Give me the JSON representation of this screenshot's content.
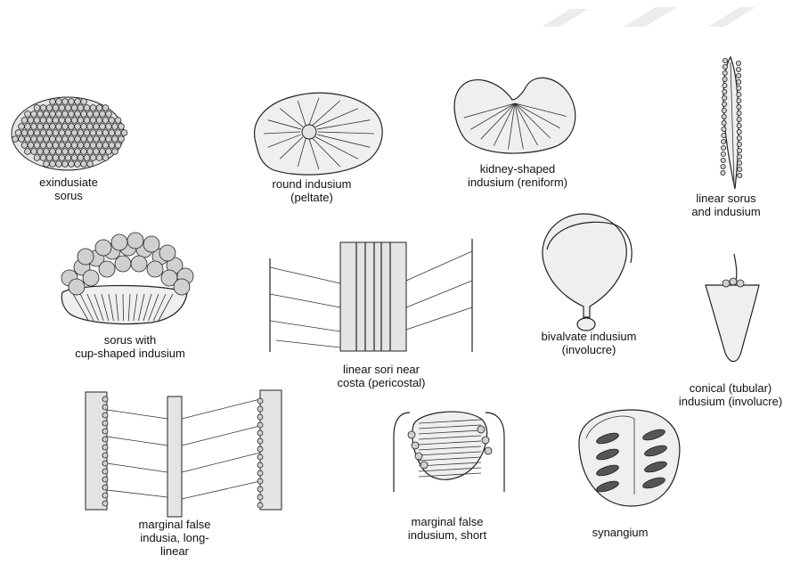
{
  "figure": {
    "panels": [
      {
        "id": "exindusiate",
        "label": "exindusiate\nsorus"
      },
      {
        "id": "round",
        "label": "round indusium\n(peltate)"
      },
      {
        "id": "kidney",
        "label": "kidney-shaped\nindusium (reniform)"
      },
      {
        "id": "linear",
        "label": "linear sorus\nand indusium"
      },
      {
        "id": "cup",
        "label": "sorus with\ncup-shaped indusium"
      },
      {
        "id": "pericostal",
        "label": "linear sori near\ncosta (pericostal)"
      },
      {
        "id": "bivalvate",
        "label": "bivalvate indusium\n(involucre)"
      },
      {
        "id": "conical",
        "label": "conical (tubular)\nindusium (involucre)"
      },
      {
        "id": "marginal-long",
        "label": "marginal false\nindusia, long-\nlinear"
      },
      {
        "id": "marginal-short",
        "label": "marginal false\nindusium, short"
      },
      {
        "id": "synangium",
        "label": "synangium"
      }
    ]
  }
}
